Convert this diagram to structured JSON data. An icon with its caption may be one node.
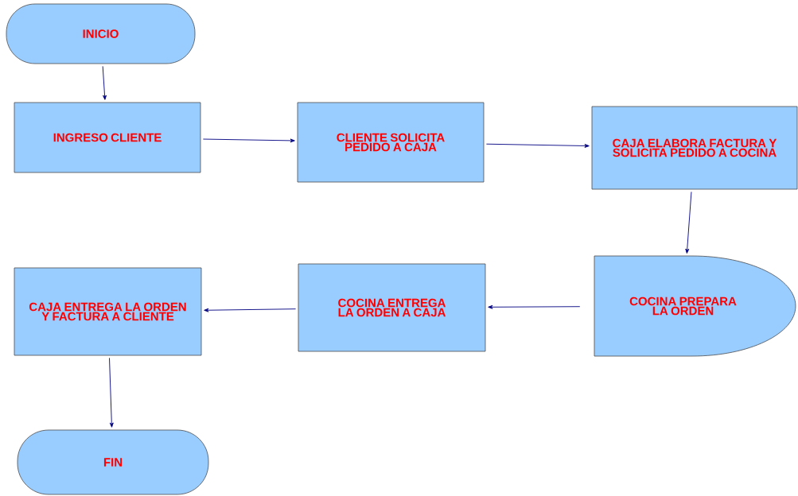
{
  "diagram": {
    "nodes": [
      {
        "text": [
          "INICIO"
        ]
      },
      {
        "text": [
          "INGRESO CLIENTE"
        ]
      },
      {
        "text": [
          "CLIENTE SOLICITA PEDIDO A CAJA"
        ]
      },
      {
        "text": [
          "CAJA ELABORA FACTURA Y SOLICITA PEDIDO A COCINA"
        ]
      },
      {
        "text": [
          "COCINA PREPARA LA ORDEN"
        ]
      },
      {
        "text": [
          "COCINA ENTREGA LA ORDEN A CAJA"
        ]
      },
      {
        "text": [
          "CAJA ENTREGA LA ORDEN Y FACTURA A CLIENTE"
        ]
      },
      {
        "text": [
          "FIN"
        ]
      }
    ],
    "edges": [
      {
        "from": 0,
        "to": 1,
        "arrow": "to"
      },
      {
        "from": 1,
        "to": 2,
        "arrow": "to"
      },
      {
        "from": 2,
        "to": 3,
        "arrow": "to"
      },
      {
        "from": 3,
        "to": 4,
        "arrow": "to"
      },
      {
        "from": 4,
        "to": 5,
        "arrow": "to"
      },
      {
        "from": 5,
        "to": 6,
        "arrow": "to"
      },
      {
        "from": 6,
        "to": 7,
        "arrow": "to"
      }
    ]
  }
}
